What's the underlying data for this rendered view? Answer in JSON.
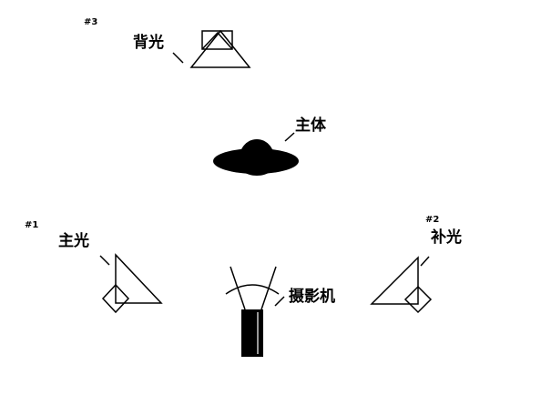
{
  "labels": {
    "back_light_num": "#3",
    "back_light": "背光",
    "subject": "主体",
    "key_light_num": "#1",
    "key_light": "主光",
    "fill_light_num": "#2",
    "fill_light": "补光",
    "camera": "摄影机"
  },
  "colors": {
    "ink": "#000000",
    "background": "#ffffff"
  }
}
